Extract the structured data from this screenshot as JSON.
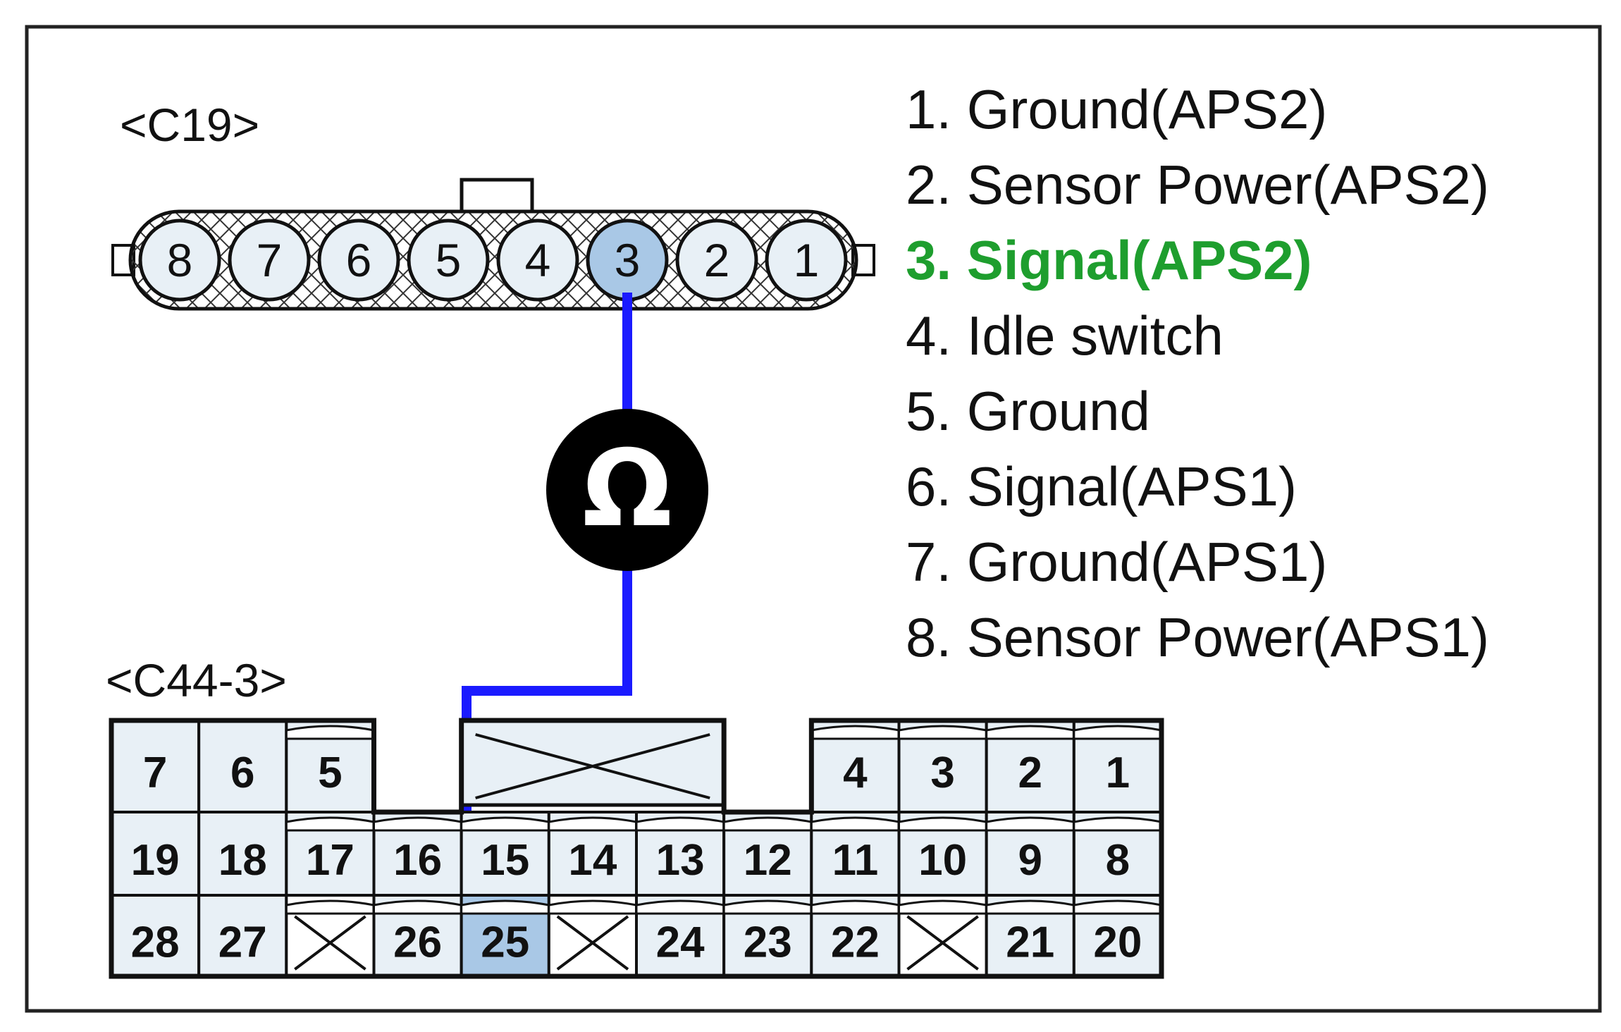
{
  "c19": {
    "name": "<C19>",
    "pins": [
      "8",
      "7",
      "6",
      "5",
      "4",
      "3",
      "2",
      "1"
    ],
    "highlighted_pin": "3"
  },
  "c44": {
    "name": "<C44-3>",
    "highlighted_pin": "25",
    "row1": [
      {
        "label": "7",
        "type": "plain"
      },
      {
        "label": "6",
        "type": "plain"
      },
      {
        "label": "5",
        "type": "tab"
      },
      {
        "label": "",
        "type": "gap"
      },
      {
        "label": "",
        "type": "cross"
      },
      {
        "label": "",
        "type": "cross"
      },
      {
        "label": "",
        "type": "cross"
      },
      {
        "label": "",
        "type": "gap"
      },
      {
        "label": "4",
        "type": "tab"
      },
      {
        "label": "3",
        "type": "tab"
      },
      {
        "label": "2",
        "type": "tab"
      },
      {
        "label": "1",
        "type": "tab"
      }
    ],
    "row2": [
      {
        "label": "19",
        "type": "plain"
      },
      {
        "label": "18",
        "type": "plain"
      },
      {
        "label": "17",
        "type": "tab"
      },
      {
        "label": "16",
        "type": "tab"
      },
      {
        "label": "15",
        "type": "tab"
      },
      {
        "label": "14",
        "type": "tab"
      },
      {
        "label": "13",
        "type": "tab"
      },
      {
        "label": "12",
        "type": "tab"
      },
      {
        "label": "11",
        "type": "tab"
      },
      {
        "label": "10",
        "type": "tab"
      },
      {
        "label": "9",
        "type": "tab"
      },
      {
        "label": "8",
        "type": "tab"
      }
    ],
    "row3": [
      {
        "label": "28",
        "type": "plain"
      },
      {
        "label": "27",
        "type": "plain"
      },
      {
        "label": "",
        "type": "xcell"
      },
      {
        "label": "26",
        "type": "tab"
      },
      {
        "label": "25",
        "type": "highlight"
      },
      {
        "label": "",
        "type": "xcell"
      },
      {
        "label": "24",
        "type": "tab"
      },
      {
        "label": "23",
        "type": "tab"
      },
      {
        "label": "22",
        "type": "tab"
      },
      {
        "label": "",
        "type": "xcell"
      },
      {
        "label": "21",
        "type": "tab"
      },
      {
        "label": "20",
        "type": "tab"
      }
    ]
  },
  "meter_symbol": "Ω",
  "legend": [
    "1. Ground(APS2)",
    "2. Sensor Power(APS2)",
    "3. Signal(APS2)",
    "4. Idle switch",
    "5. Ground",
    "6. Signal(APS1)",
    "7. Ground(APS1)",
    "8. Sensor Power(APS1)"
  ],
  "legend_highlight_index": 2,
  "colors": {
    "wire": "#1a1aff",
    "highlight_fill": "#a9c8e6",
    "pin_fill": "#e8f0f6",
    "legend_highlight": "#1e9e2e"
  }
}
